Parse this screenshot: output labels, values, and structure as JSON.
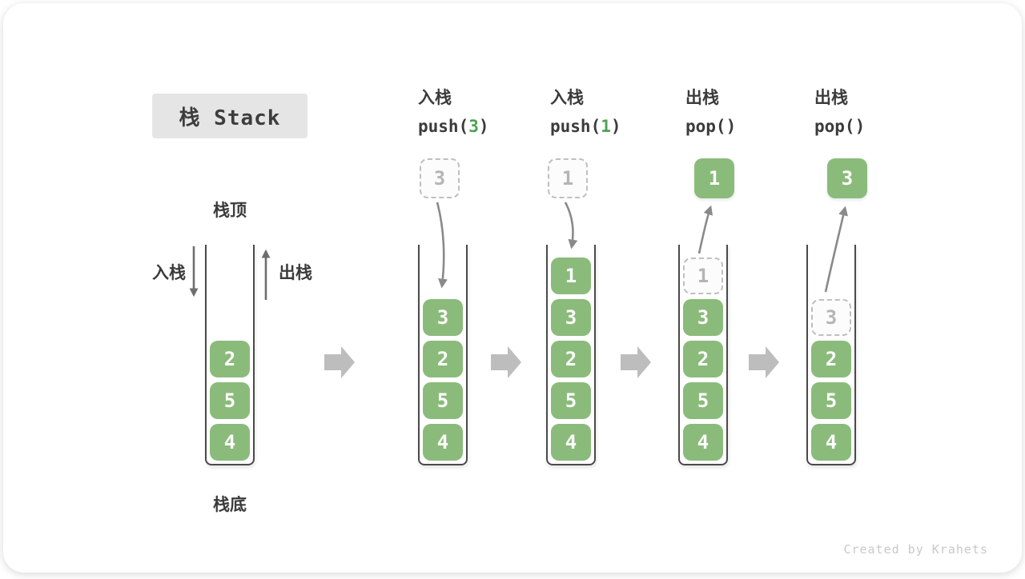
{
  "title": {
    "label": "栈 Stack"
  },
  "labels": {
    "stack_top": "栈顶",
    "stack_bottom": "栈底",
    "push_side": "入栈",
    "pop_side": "出栈"
  },
  "operations": [
    {
      "name": "入栈",
      "code_pre": "push(",
      "arg": "3",
      "code_post": ")"
    },
    {
      "name": "入栈",
      "code_pre": "push(",
      "arg": "1",
      "code_post": ")"
    },
    {
      "name": "出栈",
      "code_pre": "pop()",
      "arg": "",
      "code_post": ""
    },
    {
      "name": "出栈",
      "code_pre": "pop()",
      "arg": "",
      "code_post": ""
    }
  ],
  "stacks": [
    {
      "blocks": [
        "2",
        "5",
        "4"
      ]
    },
    {
      "incoming": "3",
      "blocks": [
        "3",
        "2",
        "5",
        "4"
      ]
    },
    {
      "incoming": "1",
      "blocks": [
        "1",
        "3",
        "2",
        "5",
        "4"
      ]
    },
    {
      "outgoing": "1",
      "ghost": "1",
      "blocks": [
        "3",
        "2",
        "5",
        "4"
      ]
    },
    {
      "outgoing": "3",
      "ghost": "3",
      "blocks": [
        "2",
        "5",
        "4"
      ]
    }
  ],
  "watermark": "Created by Krahets",
  "colors": {
    "block_green": "#8BBB7B",
    "code_arg_green": "#4FA153",
    "text_dark": "#3B3B3B",
    "arrow_gray": "#8A8A8A",
    "step_arrow_gray": "#BDBDBD",
    "ghost_border": "#BFBFBF",
    "ghost_text": "#B5B5B5",
    "title_bg": "#E5E5E5"
  }
}
